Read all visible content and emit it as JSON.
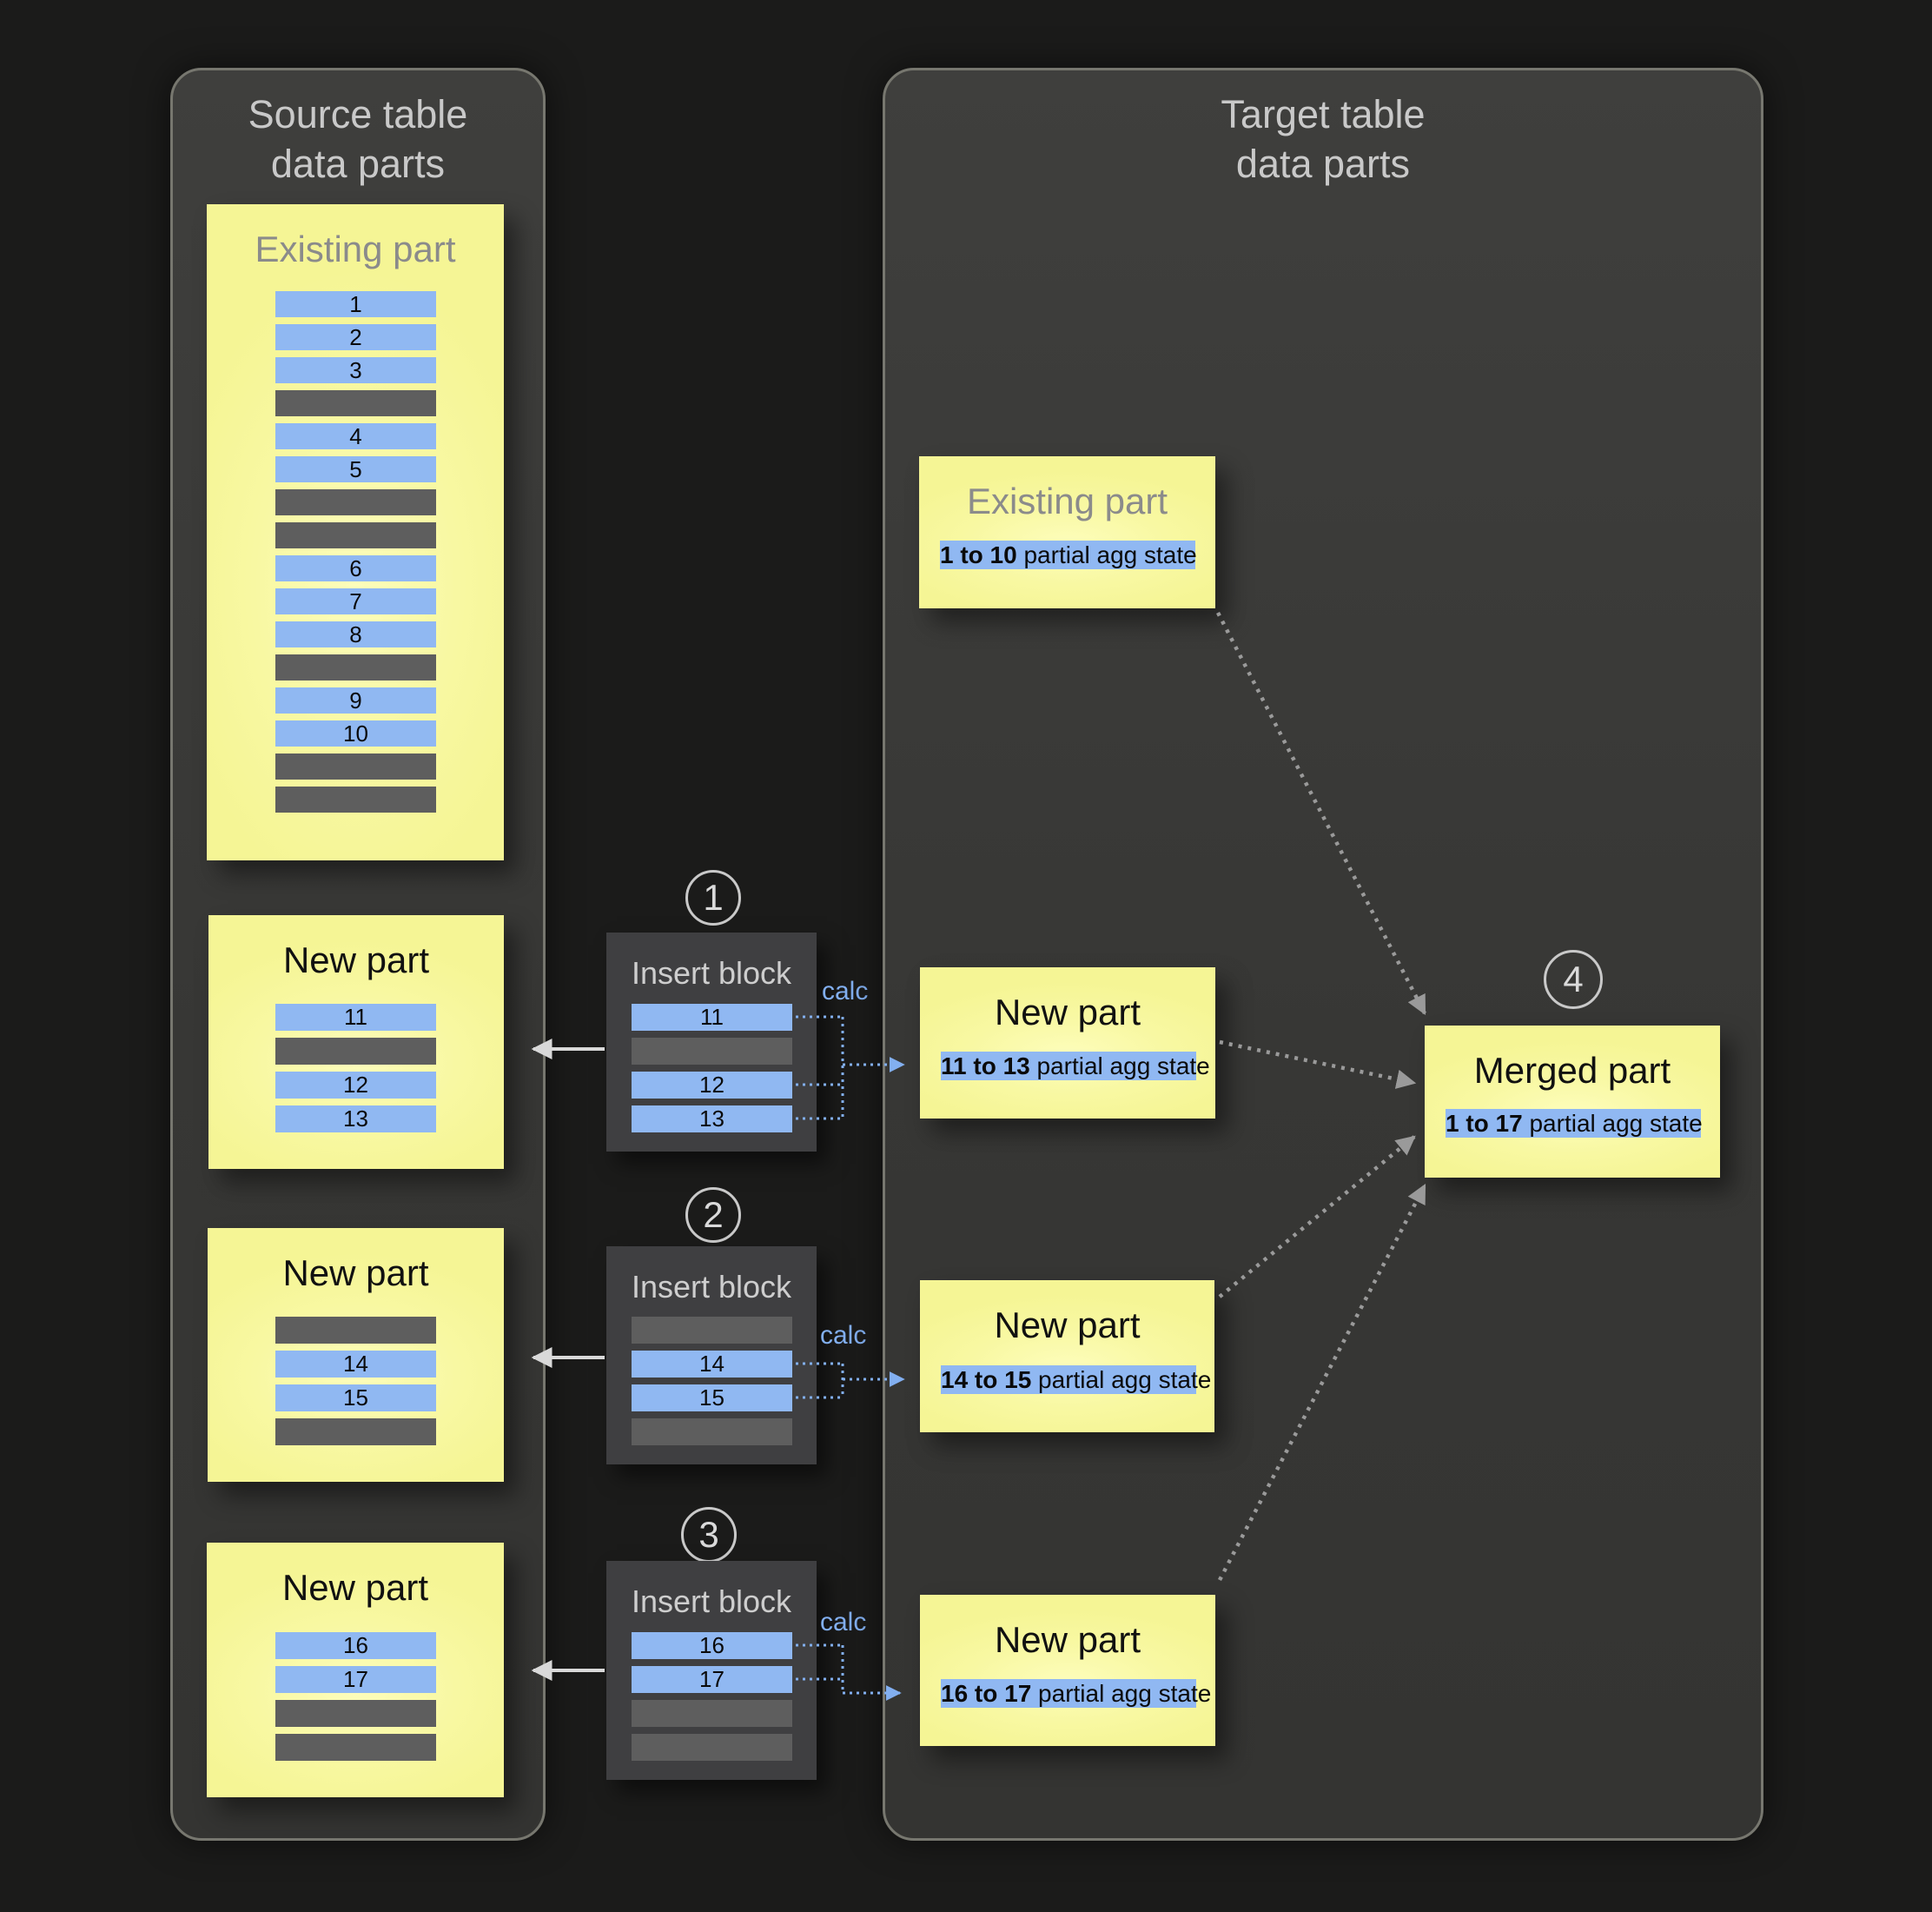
{
  "source_panel": {
    "title_line1": "Source table",
    "title_line2": "data parts",
    "existing_part": {
      "title": "Existing part",
      "rows": [
        "1",
        "2",
        "3",
        "",
        "4",
        "5",
        "",
        "",
        "6",
        "7",
        "8",
        "",
        "9",
        "10",
        "",
        ""
      ]
    },
    "new_parts": [
      {
        "title": "New part",
        "rows": [
          "11",
          "",
          "12",
          "13"
        ]
      },
      {
        "title": "New part",
        "rows": [
          "",
          "14",
          "15",
          ""
        ]
      },
      {
        "title": "New part",
        "rows": [
          "16",
          "17",
          "",
          ""
        ]
      }
    ]
  },
  "insert_blocks": [
    {
      "step": "1",
      "title": "Insert block",
      "rows": [
        "11",
        "",
        "12",
        "13"
      ]
    },
    {
      "step": "2",
      "title": "Insert block",
      "rows": [
        "",
        "14",
        "15",
        ""
      ]
    },
    {
      "step": "3",
      "title": "Insert block",
      "rows": [
        "16",
        "17",
        "",
        ""
      ]
    }
  ],
  "labels": {
    "calc": "calc"
  },
  "target_panel": {
    "title_line1": "Target table",
    "title_line2": "data parts",
    "parts": [
      {
        "title": "Existing part",
        "state_bold": "1 to 10",
        "state_rest": " partial agg state"
      },
      {
        "title": "New part",
        "state_bold": "11 to 13",
        "state_rest": " partial agg state"
      },
      {
        "title": "New part",
        "state_bold": "14 to 15",
        "state_rest": " partial agg state"
      },
      {
        "title": "New part",
        "state_bold": "16 to 17",
        "state_rest": " partial agg state"
      }
    ],
    "merged_part": {
      "step": "4",
      "title": "Merged part",
      "state_bold": "1 to 17",
      "state_rest": " partial agg state"
    }
  },
  "colors": {
    "background": "#1b1b1a",
    "panel_fill": "#3a3a38",
    "panel_border": "#77776f",
    "part_yellow": "#f7f79d",
    "row_blue": "#90b8f2",
    "row_gray": "#5e5e5e",
    "accent_blue": "#82aff0",
    "arrow_gray": "#9a9a9a",
    "arrow_white": "#d9d9d9"
  }
}
